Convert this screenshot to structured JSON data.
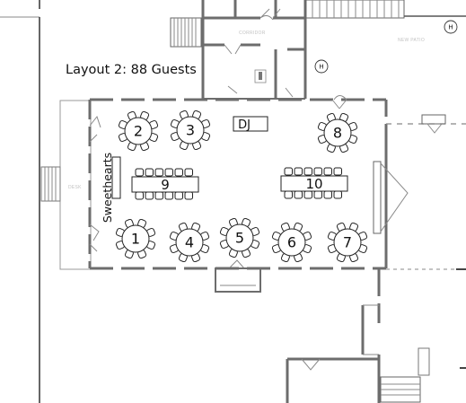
{
  "layout_title": "Layout 2: 88 Guests",
  "labels": {
    "dj": "DJ",
    "sweethearts": "Sweethearts",
    "corridor": "CORRIDOR",
    "new_patio": "NEW PATIO",
    "desk": "DESK"
  },
  "round_tables": [
    {
      "number": "1"
    },
    {
      "number": "2"
    },
    {
      "number": "3"
    },
    {
      "number": "4"
    },
    {
      "number": "5"
    },
    {
      "number": "6"
    },
    {
      "number": "7"
    },
    {
      "number": "8"
    }
  ],
  "banquet_tables": [
    {
      "number": "9"
    },
    {
      "number": "10"
    }
  ],
  "markers": {
    "handicap_a": "H",
    "handicap_b": "H"
  }
}
